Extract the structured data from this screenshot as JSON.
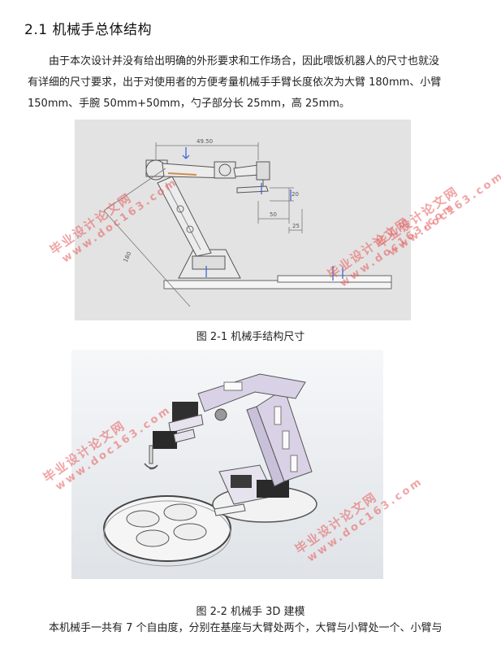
{
  "section": {
    "heading": "2.1 机械手总体结构"
  },
  "paragraph1": {
    "line1": "由于本次设计并没有给出明确的外形要求和工作场合，因此喂饭机器人的尺寸也就没",
    "line2": "有详细的尺寸要求，出于对使用者的方便考量机械手手臂长度依次为大臂 180mm、小臂",
    "line3": "150mm、手腕 50mm+50mm，勺子部分长 25mm，高 25mm。"
  },
  "figure1": {
    "caption": "图 2-1 机械手结构尺寸",
    "dimensions": {
      "top": "49.50",
      "right": "20",
      "bottom_left": "50",
      "bottom_right": "25",
      "arm": "180"
    }
  },
  "figure2": {
    "caption": "图 2-2 机械手 3D 建模"
  },
  "paragraph2": {
    "line1": "本机械手一共有 7 个自由度，分别在基座与大臂处两个，大臂与小臂处一个、小臂与"
  },
  "watermarks": [
    {
      "title": "毕业设计论文网",
      "url": "www.doc163.com"
    },
    {
      "title": "毕业设计论文网",
      "url": "www.doc163.com"
    },
    {
      "title": "毕业设计论文网",
      "url": "www.doc163.com"
    },
    {
      "title": "毕业设计论文网",
      "url": "www.doc163.com"
    },
    {
      "title": "毕业设计论文网",
      "url": "www.doc163.com"
    }
  ],
  "colors": {
    "watermark": "#e65a5a",
    "arm_fill": "#d9d2e6",
    "drawing_line": "#555555"
  }
}
